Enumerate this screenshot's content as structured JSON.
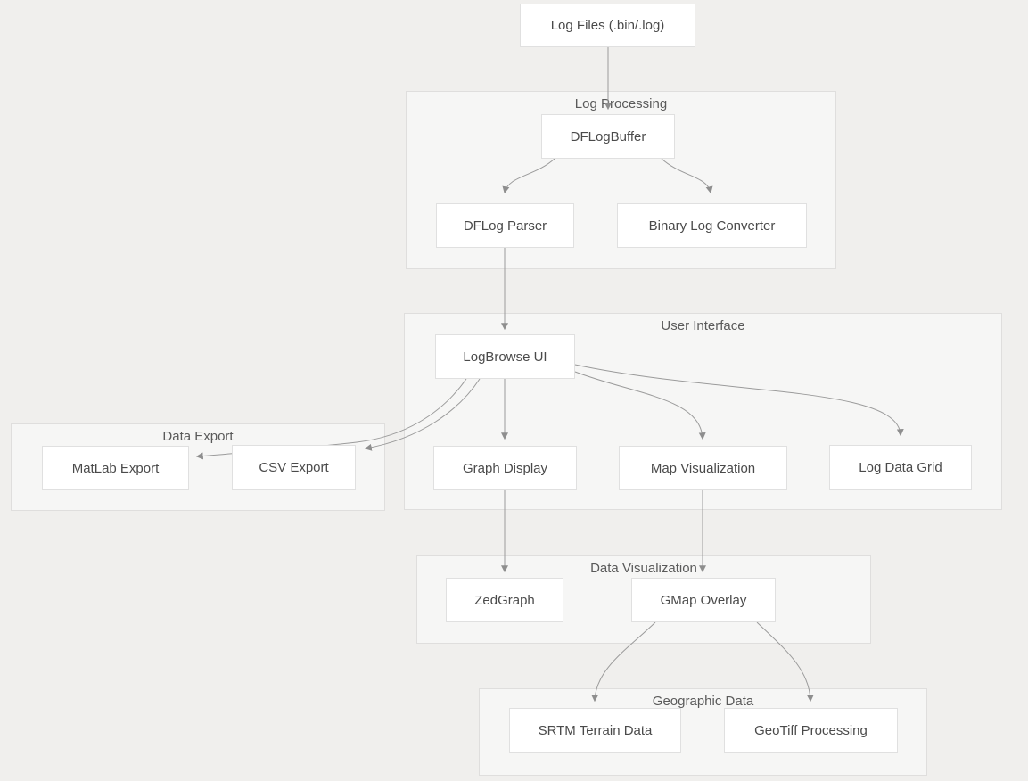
{
  "diagram_type": "flowchart",
  "groups": {
    "log_processing": {
      "title": "Log Processing"
    },
    "user_interface": {
      "title": "User Interface"
    },
    "data_export": {
      "title": "Data Export"
    },
    "data_visualization": {
      "title": "Data Visualization"
    },
    "geographic_data": {
      "title": "Geographic Data"
    }
  },
  "nodes": {
    "log_files": {
      "label": "Log Files (.bin/.log)",
      "group": null
    },
    "dflogbuffer": {
      "label": "DFLogBuffer",
      "group": "log_processing"
    },
    "dflog_parser": {
      "label": "DFLog Parser",
      "group": "log_processing"
    },
    "binary_log_converter": {
      "label": "Binary Log Converter",
      "group": "log_processing"
    },
    "logbrowse_ui": {
      "label": "LogBrowse UI",
      "group": "user_interface"
    },
    "graph_display": {
      "label": "Graph Display",
      "group": "user_interface"
    },
    "map_visualization": {
      "label": "Map Visualization",
      "group": "user_interface"
    },
    "log_data_grid": {
      "label": "Log Data Grid",
      "group": "user_interface"
    },
    "matlab_export": {
      "label": "MatLab Export",
      "group": "data_export"
    },
    "csv_export": {
      "label": "CSV Export",
      "group": "data_export"
    },
    "zedgraph": {
      "label": "ZedGraph",
      "group": "data_visualization"
    },
    "gmap_overlay": {
      "label": "GMap Overlay",
      "group": "data_visualization"
    },
    "srtm_terrain_data": {
      "label": "SRTM Terrain Data",
      "group": "geographic_data"
    },
    "geotiff_processing": {
      "label": "GeoTiff Processing",
      "group": "geographic_data"
    }
  },
  "edges": [
    {
      "from": "log_files",
      "to": "dflogbuffer"
    },
    {
      "from": "dflogbuffer",
      "to": "dflog_parser"
    },
    {
      "from": "dflogbuffer",
      "to": "binary_log_converter"
    },
    {
      "from": "dflog_parser",
      "to": "logbrowse_ui"
    },
    {
      "from": "logbrowse_ui",
      "to": "graph_display"
    },
    {
      "from": "logbrowse_ui",
      "to": "map_visualization"
    },
    {
      "from": "logbrowse_ui",
      "to": "log_data_grid"
    },
    {
      "from": "logbrowse_ui",
      "to": "matlab_export"
    },
    {
      "from": "logbrowse_ui",
      "to": "csv_export"
    },
    {
      "from": "graph_display",
      "to": "zedgraph"
    },
    {
      "from": "map_visualization",
      "to": "gmap_overlay"
    },
    {
      "from": "gmap_overlay",
      "to": "srtm_terrain_data"
    },
    {
      "from": "gmap_overlay",
      "to": "geotiff_processing"
    }
  ],
  "colors": {
    "page_bg": "#f0efed",
    "node_fill": "#ffffff",
    "node_border": "#e0e0e0",
    "group_fill": "#f6f6f5",
    "group_border": "#dfdedd",
    "edge": "#9b9b9b",
    "arrow": "#8e8e8e",
    "node_text": "#4a4a4a",
    "group_title_text": "#5a5a5a"
  }
}
